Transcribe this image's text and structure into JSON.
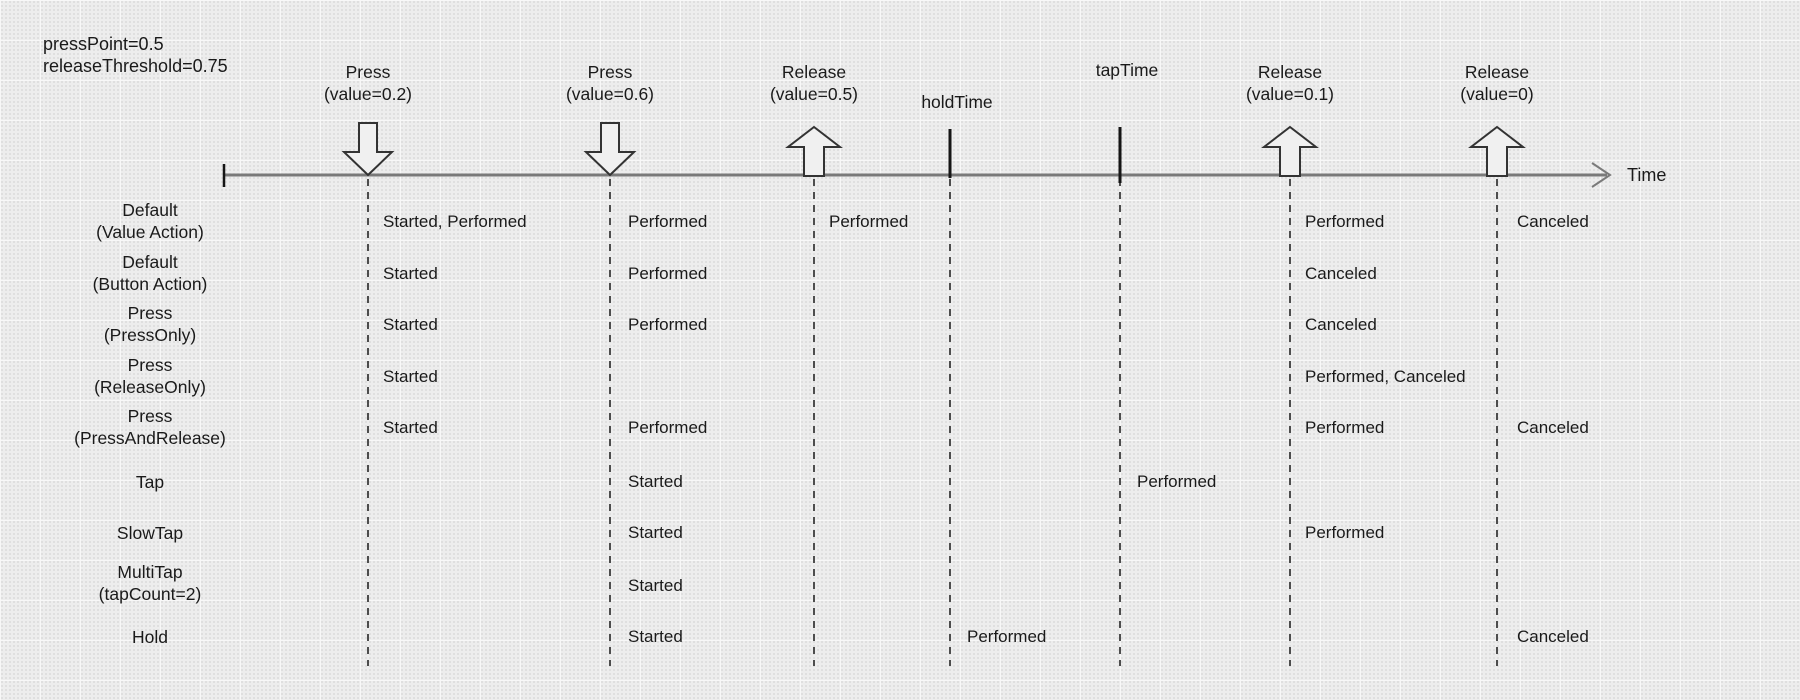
{
  "config": {
    "press_point": "pressPoint=0.5",
    "release_threshold": "releaseThreshold=0.75"
  },
  "axis": {
    "time_label": "Time"
  },
  "events": [
    {
      "id": "press_02",
      "marker": "down-arrow",
      "label_line1": "Press",
      "label_line2": "(value=0.2)"
    },
    {
      "id": "press_06",
      "marker": "down-arrow",
      "label_line1": "Press",
      "label_line2": "(value=0.6)"
    },
    {
      "id": "release_05",
      "marker": "up-arrow",
      "label_line1": "Release",
      "label_line2": "(value=0.5)"
    },
    {
      "id": "hold_time",
      "marker": "tick",
      "label_line1": "holdTime"
    },
    {
      "id": "tap_time",
      "marker": "tick",
      "label_line1": "tapTime"
    },
    {
      "id": "release_01",
      "marker": "up-arrow",
      "label_line1": "Release",
      "label_line2": "(value=0.1)"
    },
    {
      "id": "release_0",
      "marker": "up-arrow",
      "label_line1": "Release",
      "label_line2": "(value=0)"
    }
  ],
  "rows": [
    {
      "label_line1": "Default",
      "label_line2": "(Value Action)",
      "cells": {
        "press_02": "Started, Performed",
        "press_06": "Performed",
        "release_05": "Performed",
        "release_01": "Performed",
        "release_0": "Canceled"
      }
    },
    {
      "label_line1": "Default",
      "label_line2": "(Button Action)",
      "cells": {
        "press_02": "Started",
        "press_06": "Performed",
        "release_01": "Canceled"
      }
    },
    {
      "label_line1": "Press",
      "label_line2": "(PressOnly)",
      "cells": {
        "press_02": "Started",
        "press_06": "Performed",
        "release_01": "Canceled"
      }
    },
    {
      "label_line1": "Press",
      "label_line2": "(ReleaseOnly)",
      "cells": {
        "press_02": "Started",
        "release_01": "Performed, Canceled"
      }
    },
    {
      "label_line1": "Press",
      "label_line2": "(PressAndRelease)",
      "cells": {
        "press_02": "Started",
        "press_06": "Performed",
        "release_01": "Performed",
        "release_0": "Canceled"
      }
    },
    {
      "label_line1": "Tap",
      "cells": {
        "press_06": "Started",
        "tap_time": "Performed"
      }
    },
    {
      "label_line1": "SlowTap",
      "cells": {
        "press_06": "Started",
        "release_01": "Performed"
      }
    },
    {
      "label_line1": "MultiTap",
      "label_line2": "(tapCount=2)",
      "cells": {
        "press_06": "Started"
      }
    },
    {
      "label_line1": "Hold",
      "cells": {
        "press_06": "Started",
        "hold_time": "Performed",
        "release_0": "Canceled"
      }
    }
  ],
  "colors": {
    "axis": "#7a7a7a",
    "tick": "#151515",
    "arrow_stroke": "#333333",
    "arrow_fill": "#f0f0f0",
    "dashed_line": "#4d4d4d",
    "text": "#1a1a1a",
    "background": "#ededed"
  }
}
